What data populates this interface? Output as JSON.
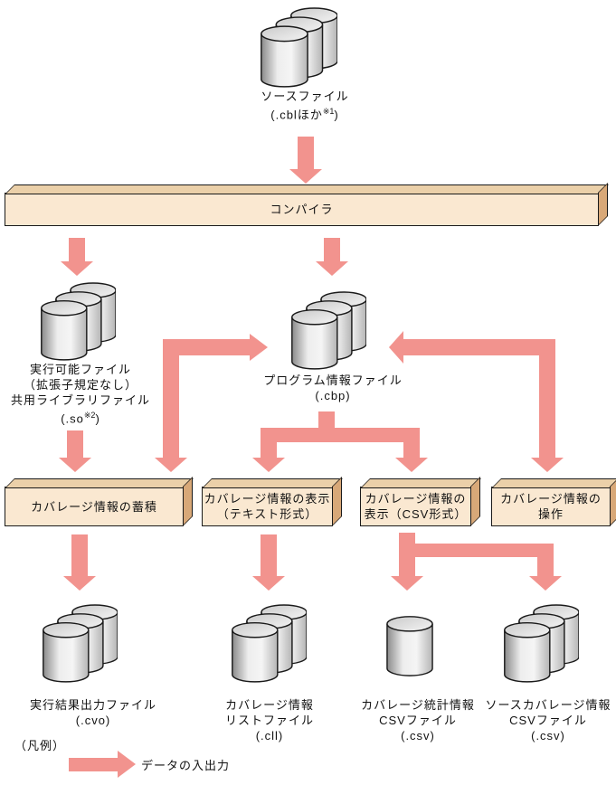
{
  "colors": {
    "arrow": "#F2938E",
    "box_front": "#FAE8D1",
    "box_top": "#EBD0A9",
    "box_side": "#D8A878",
    "outline": "#1A1A1A",
    "text": "#111111"
  },
  "nodes": {
    "source": {
      "name": "ソースファイル",
      "ext_pre": "(.cblほか",
      "ext_sup": "※1",
      "ext_post": ")"
    },
    "compiler": {
      "label": "コンパイラ"
    },
    "executable": {
      "line1": "実行可能ファイル",
      "line2": "（拡張子規定なし）",
      "line3": "共用ライブラリファイル",
      "ext_pre": "(.so",
      "ext_sup": "※2",
      "ext_post": ")"
    },
    "program_info": {
      "name": "プログラム情報ファイル",
      "ext": "(.cbp)"
    },
    "accumulate": {
      "label": "カバレージ情報の蓄積"
    },
    "display_text": {
      "line1": "カバレージ情報の表示",
      "line2": "（テキスト形式）"
    },
    "display_csv": {
      "line1": "カバレージ情報の",
      "line2": "表示（CSV形式）"
    },
    "operate": {
      "line1": "カバレージ情報の",
      "line2": "操作"
    },
    "exec_result": {
      "line1": "実行結果出力ファイル",
      "ext": "(.cvo)"
    },
    "coverage_list": {
      "line1": "カバレージ情報",
      "line2": "リストファイル",
      "ext": "(.cll)"
    },
    "coverage_stat": {
      "line1": "カバレージ統計情報",
      "line2": "CSVファイル",
      "ext": "(.csv)"
    },
    "source_coverage": {
      "line1": "ソースカバレージ情報",
      "line2": "CSVファイル",
      "ext": "(.csv)"
    }
  },
  "legend": {
    "title": "（凡例）",
    "arrow_label": "データの入出力"
  }
}
